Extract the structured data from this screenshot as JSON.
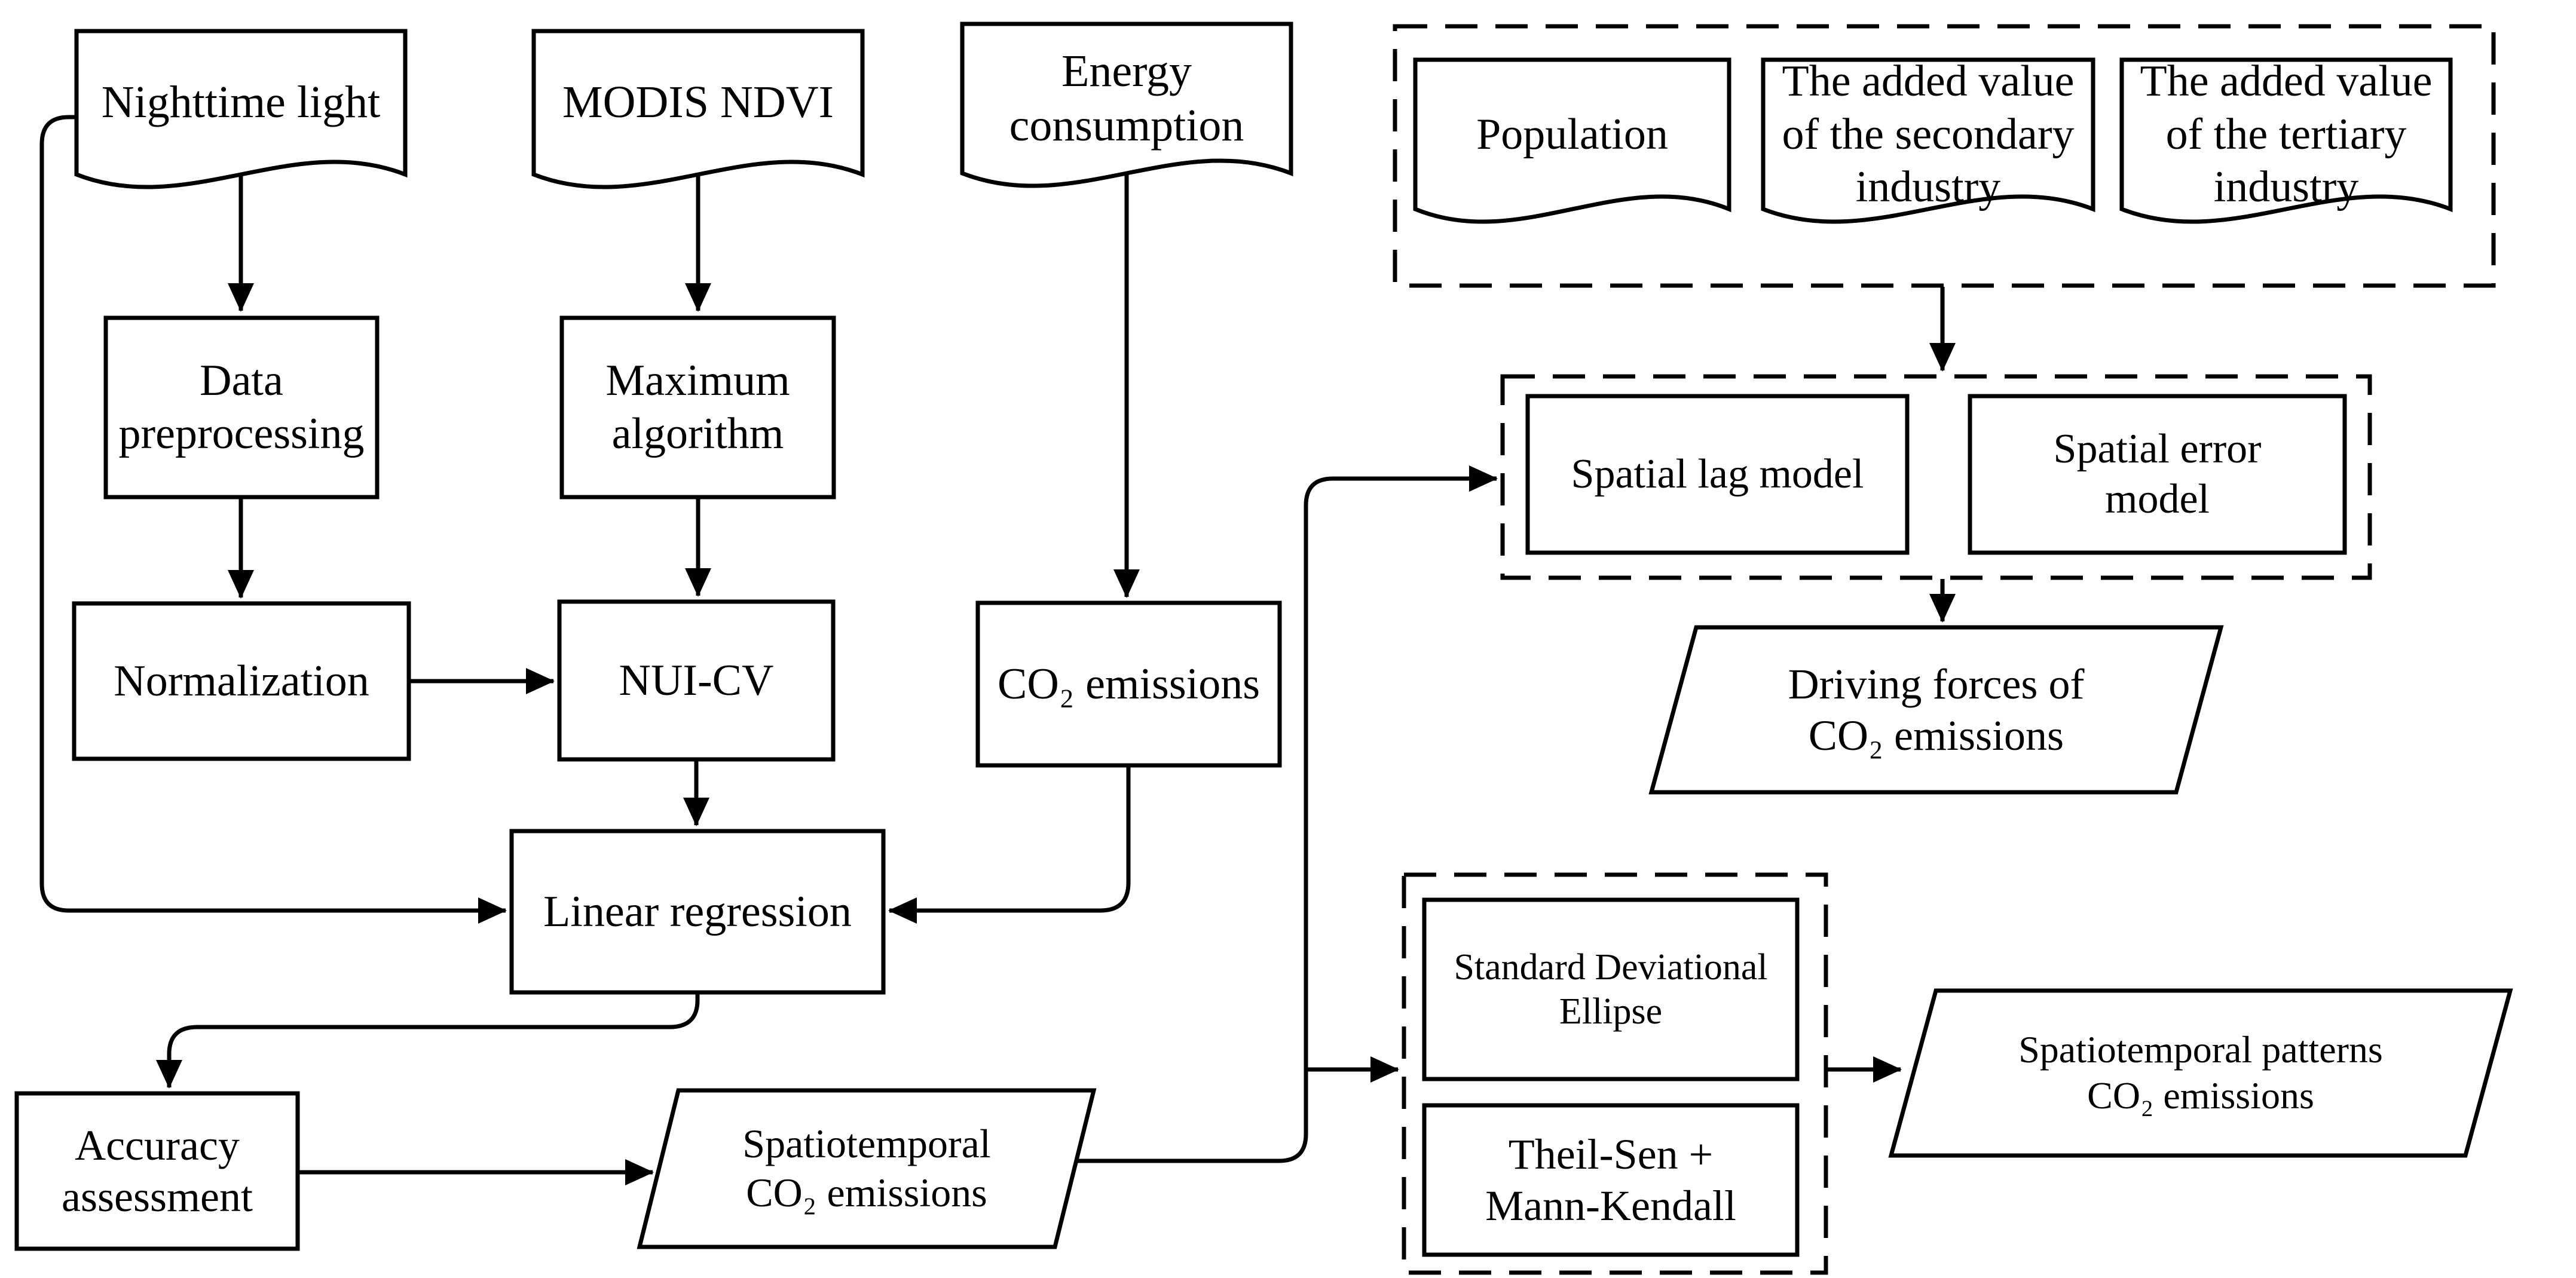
{
  "figure": {
    "type": "flowchart",
    "background_color": "#ffffff",
    "line_color": "#000000",
    "nodes": {
      "nighttime_light": {
        "label": "Nighttime light",
        "shape": "document"
      },
      "modis_ndvi": {
        "label": "MODIS NDVI",
        "shape": "document"
      },
      "energy_consumption": {
        "label": "Energy\nconsumption",
        "shape": "document"
      },
      "population": {
        "label": "Population",
        "shape": "document"
      },
      "secondary_industry": {
        "label": "The added value\nof the secondary\nindustry",
        "shape": "document"
      },
      "tertiary_industry": {
        "label": "The added value\nof the tertiary\nindustry",
        "shape": "document"
      },
      "data_preprocessing": {
        "label": "Data\npreprocessing",
        "shape": "process"
      },
      "maximum_algorithm": {
        "label": "Maximum\nalgorithm",
        "shape": "process"
      },
      "normalization": {
        "label": "Normalization",
        "shape": "process"
      },
      "nui_cv": {
        "label": "NUI-CV",
        "shape": "process"
      },
      "co2_emissions": {
        "label": "CO₂ emissions",
        "shape": "process"
      },
      "spatial_lag_model": {
        "label": "Spatial lag model",
        "shape": "process"
      },
      "spatial_error_model": {
        "label": "Spatial error\nmodel",
        "shape": "process"
      },
      "driving_forces": {
        "label": "Driving forces of\nCO₂ emissions",
        "shape": "parallelogram"
      },
      "linear_regression": {
        "label": "Linear regression",
        "shape": "process"
      },
      "accuracy_assessment": {
        "label": "Accuracy\nassessment",
        "shape": "process"
      },
      "spatiotemporal_co2": {
        "label": "Spatiotemporal\nCO₂ emissions",
        "shape": "parallelogram"
      },
      "standard_deviational_ellipse": {
        "label": "Standard Deviational\nEllipse",
        "shape": "process"
      },
      "theil_sen_mann_kendall": {
        "label": "Theil-Sen +\nMann-Kendall",
        "shape": "process"
      },
      "spatiotemporal_patterns": {
        "label": "Spatiotemporal patterns\nCO₂ emissions",
        "shape": "parallelogram"
      }
    },
    "groups": {
      "socioeconomic_factors": {
        "members": [
          "population",
          "secondary_industry",
          "tertiary_industry"
        ]
      },
      "spatial_models": {
        "members": [
          "spatial_lag_model",
          "spatial_error_model"
        ]
      },
      "trend_methods": {
        "members": [
          "standard_deviational_ellipse",
          "theil_sen_mann_kendall"
        ]
      }
    },
    "edges": [
      {
        "from": "nighttime_light",
        "to": "data_preprocessing"
      },
      {
        "from": "data_preprocessing",
        "to": "normalization"
      },
      {
        "from": "normalization",
        "to": "nui_cv"
      },
      {
        "from": "modis_ndvi",
        "to": "maximum_algorithm"
      },
      {
        "from": "maximum_algorithm",
        "to": "nui_cv"
      },
      {
        "from": "nui_cv",
        "to": "linear_regression"
      },
      {
        "from": "energy_consumption",
        "to": "co2_emissions"
      },
      {
        "from": "co2_emissions",
        "to": "linear_regression"
      },
      {
        "from": "nighttime_light",
        "to": "linear_regression"
      },
      {
        "from": "linear_regression",
        "to": "accuracy_assessment"
      },
      {
        "from": "accuracy_assessment",
        "to": "spatiotemporal_co2"
      },
      {
        "from": "spatiotemporal_co2",
        "to": "spatial_models"
      },
      {
        "from": "spatiotemporal_co2",
        "to": "trend_methods"
      },
      {
        "from": "socioeconomic_factors",
        "to": "spatial_models"
      },
      {
        "from": "spatial_models",
        "to": "driving_forces"
      },
      {
        "from": "trend_methods",
        "to": "spatiotemporal_patterns"
      }
    ]
  }
}
